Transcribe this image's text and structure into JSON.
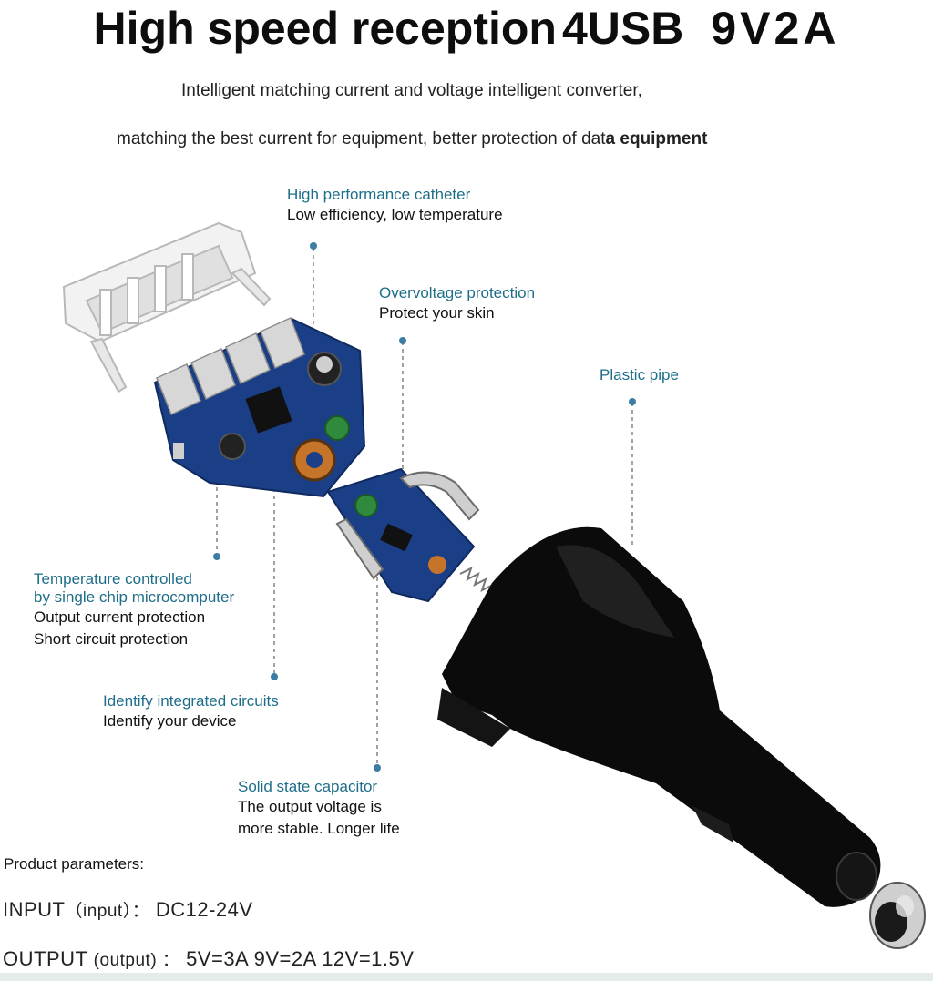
{
  "title": {
    "part1": "High speed reception",
    "part2": "4USB",
    "part3": "9V2A"
  },
  "subtitle": {
    "line1": "Intelligent matching current and voltage intelligent converter,",
    "line2_prefix": "matching the best current for equipment, better protection of dat",
    "line2_bold": "a equipment"
  },
  "callouts": {
    "catheter": {
      "heading": "High performance catheter",
      "text": "Low efficiency, low temperature"
    },
    "overvoltage": {
      "heading": "Overvoltage protection",
      "text": "Protect your skin"
    },
    "plastic": {
      "heading": "Plastic pipe"
    },
    "temperature": {
      "heading1": "Temperature controlled",
      "heading2": "by single chip microcomputer",
      "text1": "Output current protection",
      "text2": "Short circuit protection"
    },
    "identify": {
      "heading": "Identify integrated circuits",
      "text": "Identify your device"
    },
    "capacitor": {
      "heading": "Solid state capacitor",
      "text1": "The output voltage is",
      "text2": "more stable. Longer life"
    }
  },
  "params": {
    "heading": "Product parameters:",
    "input_label": "INPUT",
    "input_sub": "（input）：",
    "input_value": "DC12-24V",
    "output_label": "OUTPUT",
    "output_sub": "(output) ：",
    "output_value": "5V=3A  9V=2A  12V=1.5V"
  },
  "colors": {
    "accent": "#1e6e8a",
    "pcb": "#1b3f86",
    "body": "#0b0b0b"
  }
}
